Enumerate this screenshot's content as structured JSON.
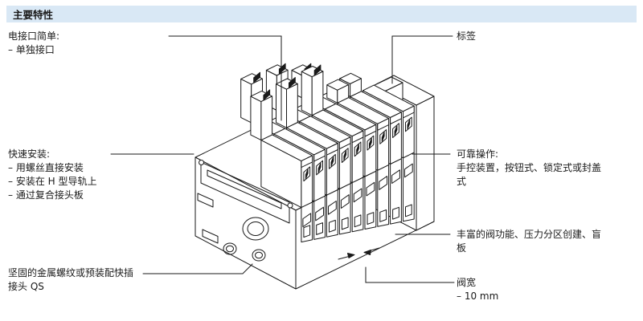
{
  "header": {
    "title": "主要特性"
  },
  "callouts": {
    "electrical": {
      "title": "电接口简单:",
      "item": "– 单独接口"
    },
    "tag": {
      "label": "标签"
    },
    "mounting": {
      "title": "快速安装:",
      "items": [
        "– 用螺丝直接安装",
        "– 安装在 H 型导轨上",
        "– 通过复合接头板"
      ]
    },
    "operation": {
      "title": "可靠操作:",
      "text": "手控装置，按钮式、锁定式或封盖式"
    },
    "functions": {
      "text": "丰富的阀功能、压力分区创建、盲板"
    },
    "fittings": {
      "text": "坚固的金属螺纹或预装配快插接头 QS"
    },
    "width": {
      "title": "阀宽",
      "value": "– 10 mm"
    }
  },
  "colors": {
    "header_bg": "#d9e8f5",
    "line_color": "#1a1a1a",
    "text_color": "#1a1a1a"
  }
}
